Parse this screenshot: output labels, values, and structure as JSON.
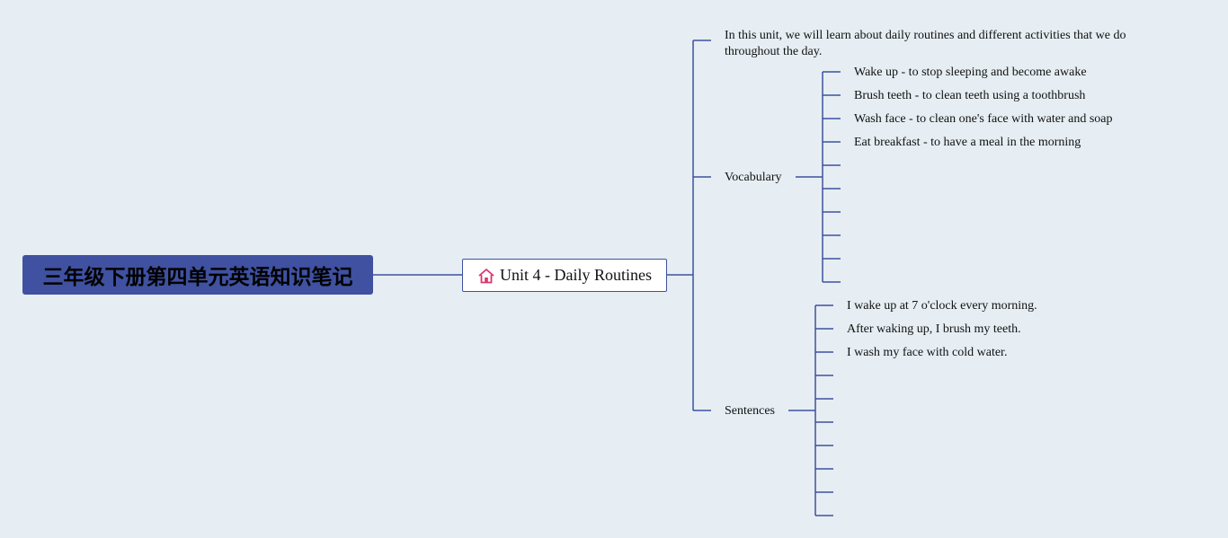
{
  "root": {
    "title": "三年级下册第四单元英语知识笔记"
  },
  "unit": {
    "icon": "home-icon",
    "title": "Unit 4 - Daily Routines"
  },
  "intro": "In this unit, we will learn about daily routines and different activities that we do throughout the day.",
  "vocabulary": {
    "label": "Vocabulary",
    "items": [
      "Wake up - to stop sleeping and become awake",
      "Brush teeth - to clean teeth using a toothbrush",
      "Wash face - to clean one's face with water and soap",
      "Eat breakfast - to have a meal in the morning",
      "",
      "",
      "",
      "",
      "",
      ""
    ]
  },
  "sentences": {
    "label": "Sentences",
    "items": [
      "I wake up at 7 o'clock every morning.",
      "After waking up, I brush my teeth.",
      "I wash my face with cold water.",
      "",
      "",
      "",
      "",
      "",
      "",
      ""
    ]
  },
  "colors": {
    "background": "#e6eef3",
    "root_fill": "#3f51a0",
    "connector": "#3f51a0",
    "icon": "#d9376e"
  }
}
